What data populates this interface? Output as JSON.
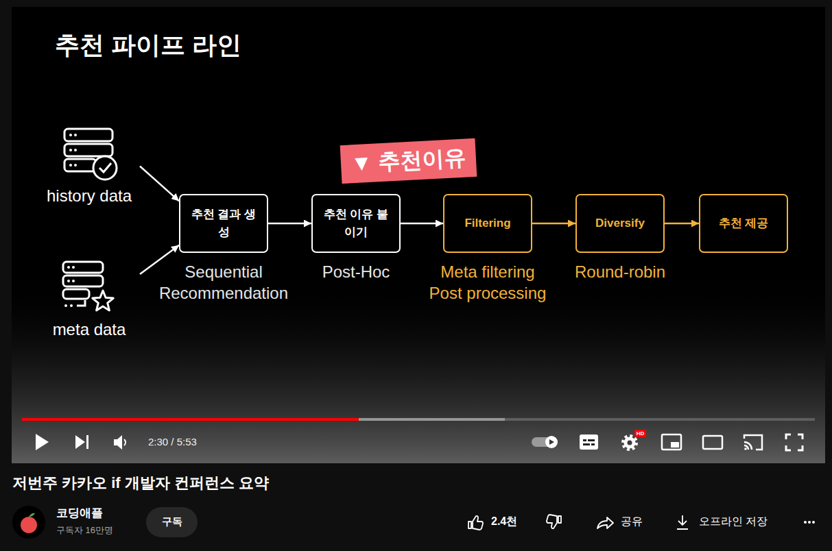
{
  "diagram": {
    "title": "추천 파이프 라인",
    "nodes": [
      {
        "text": [
          "history data"
        ]
      },
      {
        "text": [
          "meta data"
        ]
      },
      {
        "text": [
          "추천 결과 생성",
          "Sequential Recommendation"
        ]
      },
      {
        "text": [
          "추천 이유 붙이기",
          "Post-Hoc"
        ]
      },
      {
        "text": [
          "Filtering",
          "Meta filtering Post processing"
        ]
      },
      {
        "text": [
          "Diversify",
          "Round-robin"
        ]
      },
      {
        "text": [
          "추천 제공"
        ]
      },
      {
        "text": [
          "▼ 추천이유"
        ]
      }
    ],
    "edges": [
      {
        "from": 0,
        "to": 2,
        "arrow": "to"
      },
      {
        "from": 1,
        "to": 2,
        "arrow": "to"
      },
      {
        "from": 2,
        "to": 3,
        "arrow": "to"
      },
      {
        "from": 3,
        "to": 4,
        "arrow": "to"
      },
      {
        "from": 4,
        "to": 5,
        "arrow": "to"
      },
      {
        "from": 5,
        "to": 6,
        "arrow": "to"
      }
    ],
    "labels": [
      "2:30 / 5:53",
      "HD",
      "저번주 카카오 if 개발자 컨퍼런스 요약",
      "코딩애플",
      "구독자 16만명",
      "구독",
      "2.4천",
      "공유",
      "오프라인 저장"
    ]
  }
}
